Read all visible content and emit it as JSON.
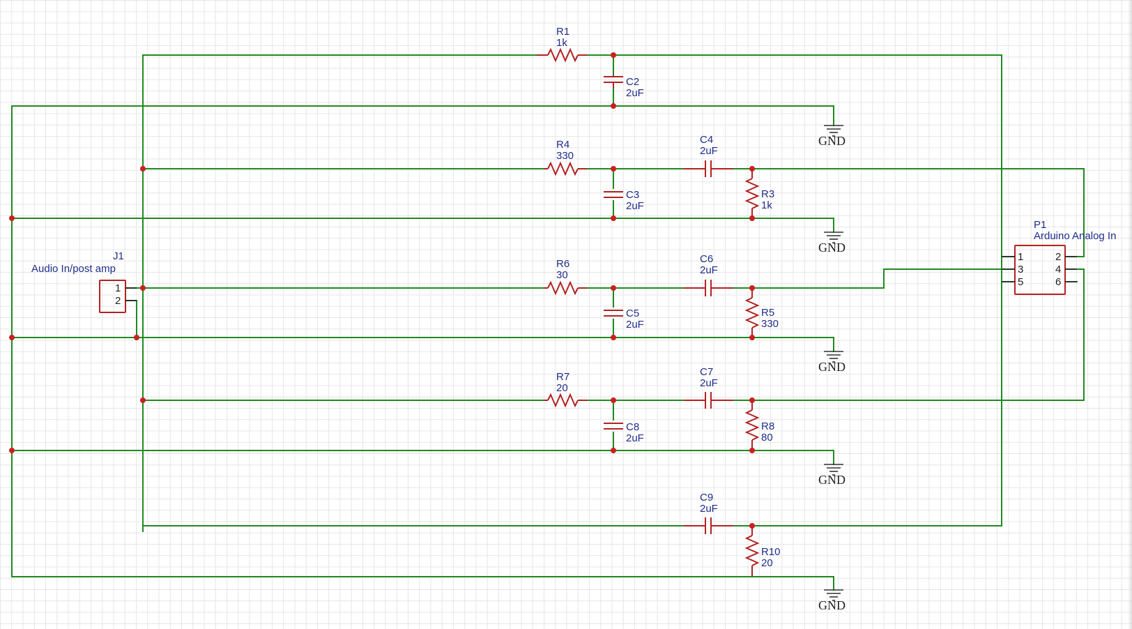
{
  "components": {
    "R1": {
      "ref": "R1",
      "value": "1k"
    },
    "R3": {
      "ref": "R3",
      "value": "1k"
    },
    "R4": {
      "ref": "R4",
      "value": "330"
    },
    "R5": {
      "ref": "R5",
      "value": "330"
    },
    "R6": {
      "ref": "R6",
      "value": "30"
    },
    "R7": {
      "ref": "R7",
      "value": "20"
    },
    "R8": {
      "ref": "R8",
      "value": "80"
    },
    "R10": {
      "ref": "R10",
      "value": "20"
    },
    "C2": {
      "ref": "C2",
      "value": "2uF"
    },
    "C3": {
      "ref": "C3",
      "value": "2uF"
    },
    "C4": {
      "ref": "C4",
      "value": "2uF"
    },
    "C5": {
      "ref": "C5",
      "value": "2uF"
    },
    "C6": {
      "ref": "C6",
      "value": "2uF"
    },
    "C7": {
      "ref": "C7",
      "value": "2uF"
    },
    "C8": {
      "ref": "C8",
      "value": "2uF"
    },
    "C9": {
      "ref": "C9",
      "value": "2uF"
    },
    "J1": {
      "ref": "J1",
      "value": "Audio In/post amp",
      "pins": [
        "1",
        "2"
      ]
    },
    "P1": {
      "ref": "P1",
      "value": "Arduino Analog In",
      "pins": [
        "1",
        "2",
        "3",
        "4",
        "5",
        "6"
      ]
    }
  },
  "ground_label": "GND",
  "colors": {
    "wire": "#1f8a1f",
    "component": "#b22222",
    "junction": "#cc1f1f",
    "label": "#1f2d8a",
    "grid": "#e6e6e6"
  }
}
